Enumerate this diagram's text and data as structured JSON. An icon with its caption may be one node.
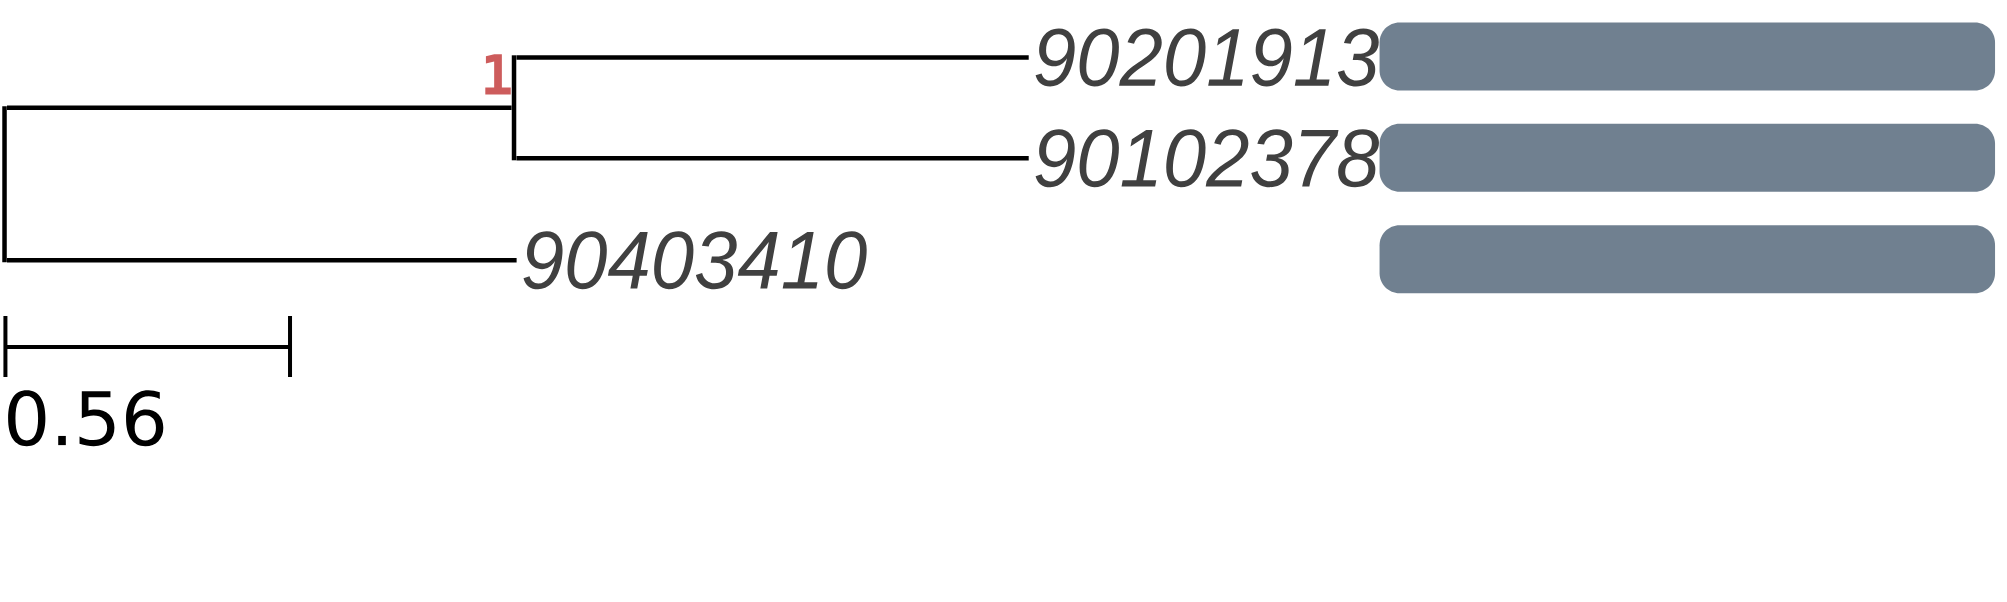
{
  "diagram": {
    "nodes": [
      {
        "text": [],
        "shape": "line"
      },
      {
        "text": [],
        "shape": "line",
        "beside": [
          "1"
        ]
      },
      {
        "text": [
          "90201913"
        ]
      },
      {
        "text": [],
        "shape": "bar"
      },
      {
        "text": [
          "90102378"
        ]
      },
      {
        "text": [],
        "shape": "bar"
      },
      {
        "text": [
          "90403410"
        ]
      },
      {
        "text": [],
        "shape": "bar"
      }
    ],
    "edges": [
      {
        "from": 0,
        "to": 1,
        "arrow": "none"
      },
      {
        "from": 1,
        "to": 2,
        "arrow": "none"
      },
      {
        "from": 1,
        "to": 4,
        "arrow": "none"
      },
      {
        "from": 0,
        "to": 6,
        "arrow": "none"
      }
    ],
    "labels": [
      "0.56"
    ]
  }
}
